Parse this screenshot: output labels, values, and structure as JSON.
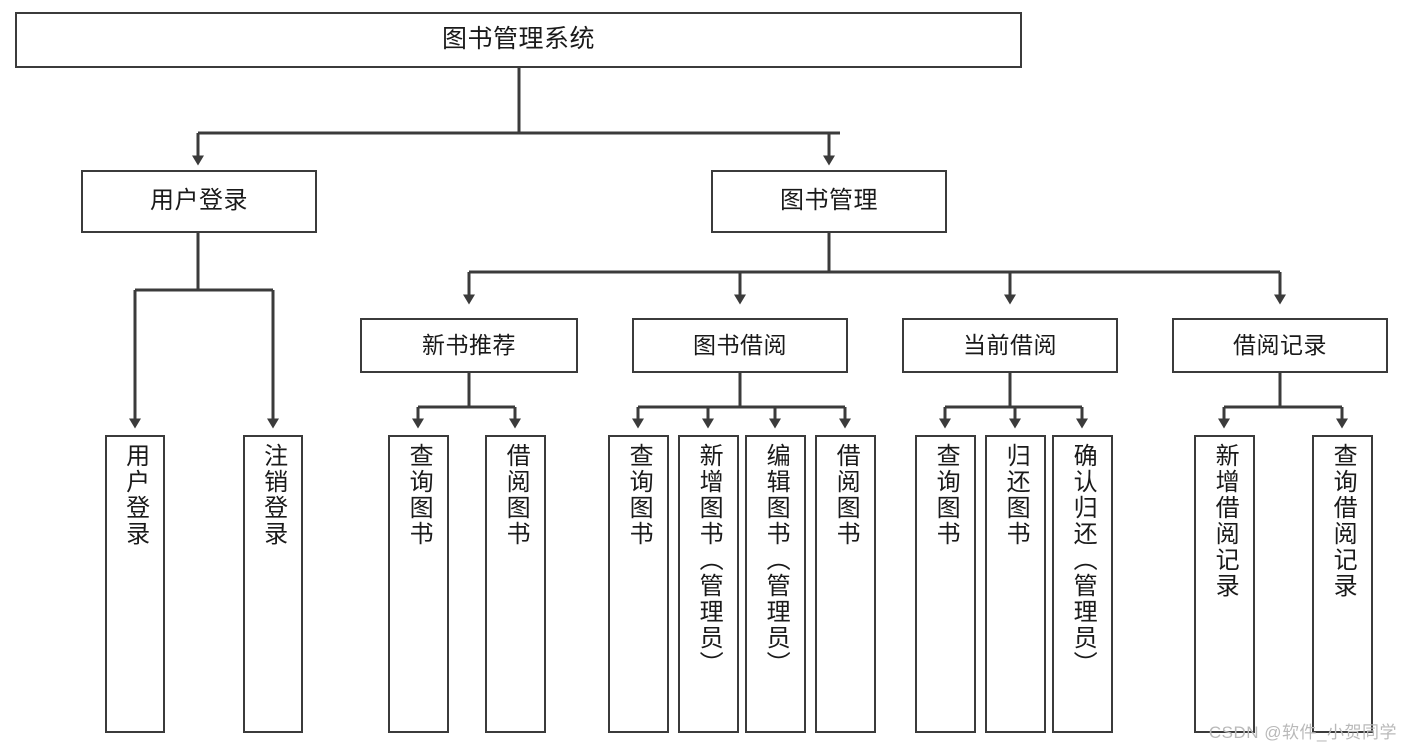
{
  "diagram": {
    "title": "图书管理系统",
    "watermark": "CSDN @软件_小贺同学",
    "colors": {
      "background": "#ffffff",
      "box_border": "#3b3b3b",
      "box_fill": "#ffffff",
      "edge": "#3b3b3b",
      "text": "#1a1a1a",
      "watermark": "#b9b9b9"
    },
    "root": {
      "label": "图书管理系统"
    },
    "level2": [
      {
        "label": "用户登录"
      },
      {
        "label": "图书管理"
      }
    ],
    "level3": [
      {
        "label": "新书推荐"
      },
      {
        "label": "图书借阅"
      },
      {
        "label": "当前借阅"
      },
      {
        "label": "借阅记录"
      }
    ],
    "leaves": {
      "user_login": [
        {
          "label": "用户登录"
        },
        {
          "label": "注销登录"
        }
      ],
      "new_book_recommend": [
        {
          "label": "查询图书"
        },
        {
          "label": "借阅图书"
        }
      ],
      "book_borrow": [
        {
          "label": "查询图书"
        },
        {
          "label": "新增图书（管理员）"
        },
        {
          "label": "编辑图书（管理员）"
        },
        {
          "label": "借阅图书"
        }
      ],
      "current_borrow": [
        {
          "label": "查询图书"
        },
        {
          "label": "归还图书"
        },
        {
          "label": "确认归还（管理员）"
        }
      ],
      "borrow_record": [
        {
          "label": "新增借阅记录"
        },
        {
          "label": "查询借阅记录"
        }
      ]
    }
  }
}
